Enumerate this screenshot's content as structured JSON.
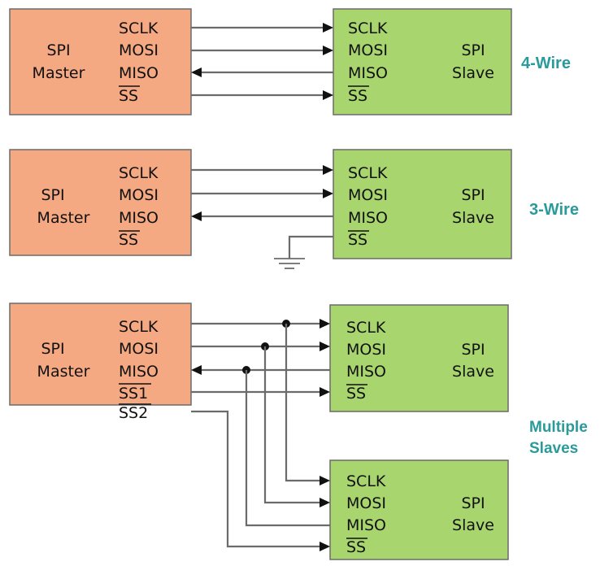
{
  "colors": {
    "master_fill": "#f5a982",
    "slave_fill": "#a8d56e",
    "label_accent": "#2a9a9a",
    "wire": "#6b6b6b"
  },
  "sections": [
    {
      "label": "4-Wire",
      "master": {
        "line1": "SPI",
        "line2": "Master",
        "pins": [
          "SCLK",
          "MOSI",
          "MISO",
          "SS"
        ]
      },
      "slave": {
        "line1": "SPI",
        "line2": "Slave",
        "pins": [
          "SCLK",
          "MOSI",
          "MISO",
          "SS"
        ]
      }
    },
    {
      "label": "3-Wire",
      "master": {
        "line1": "SPI",
        "line2": "Master",
        "pins": [
          "SCLK",
          "MOSI",
          "MISO",
          "SS"
        ]
      },
      "slave": {
        "line1": "SPI",
        "line2": "Slave",
        "pins": [
          "SCLK",
          "MOSI",
          "MISO",
          "SS"
        ]
      }
    },
    {
      "label_line1": "Multiple",
      "label_line2": "Slaves",
      "master": {
        "line1": "SPI",
        "line2": "Master",
        "pins": [
          "SCLK",
          "MOSI",
          "MISO",
          "SS1",
          "SS2"
        ]
      },
      "slave1": {
        "line1": "SPI",
        "line2": "Slave",
        "pins": [
          "SCLK",
          "MOSI",
          "MISO",
          "SS"
        ]
      },
      "slave2": {
        "line1": "SPI",
        "line2": "Slave",
        "pins": [
          "SCLK",
          "MOSI",
          "MISO",
          "SS"
        ]
      }
    }
  ]
}
